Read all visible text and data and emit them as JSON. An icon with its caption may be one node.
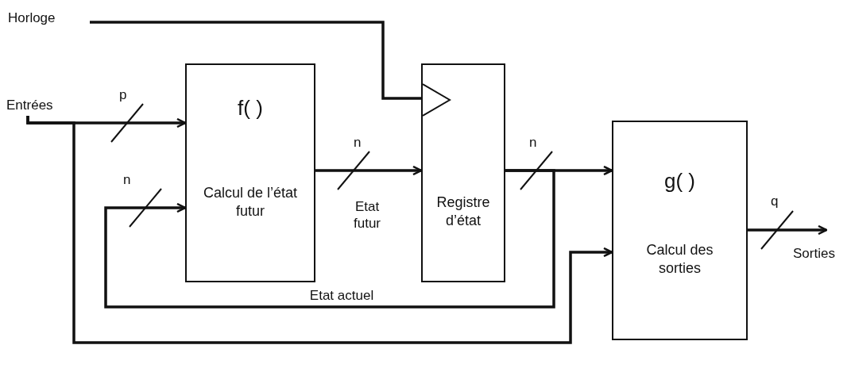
{
  "diagram": {
    "nodes": [
      {
        "text": [
          "Horloge"
        ]
      },
      {
        "text": [
          "Entrées"
        ]
      },
      {
        "text": [
          "f( )",
          "Calcul de l’état futur"
        ]
      },
      {
        "text": [
          "Registre d’état"
        ]
      },
      {
        "text": [
          "g( )",
          "Calcul des sorties"
        ]
      },
      {
        "text": [
          "Sorties"
        ]
      }
    ],
    "edges": [
      {
        "from": 0,
        "to": 3,
        "arrow": "none"
      },
      {
        "from": 1,
        "to": 2,
        "arrow": "to",
        "label": "p"
      },
      {
        "from": 2,
        "to": 3,
        "arrow": "to",
        "label": "n"
      },
      {
        "from": 3,
        "to": 4,
        "arrow": "to",
        "label": "n"
      },
      {
        "from": 3,
        "to": 2,
        "arrow": "to",
        "label": "n"
      },
      {
        "from": 1,
        "to": 4,
        "arrow": "to"
      },
      {
        "from": 4,
        "to": 5,
        "arrow": "to",
        "label": "q"
      }
    ],
    "labels": [
      "Etat futur",
      "Etat actuel"
    ]
  }
}
